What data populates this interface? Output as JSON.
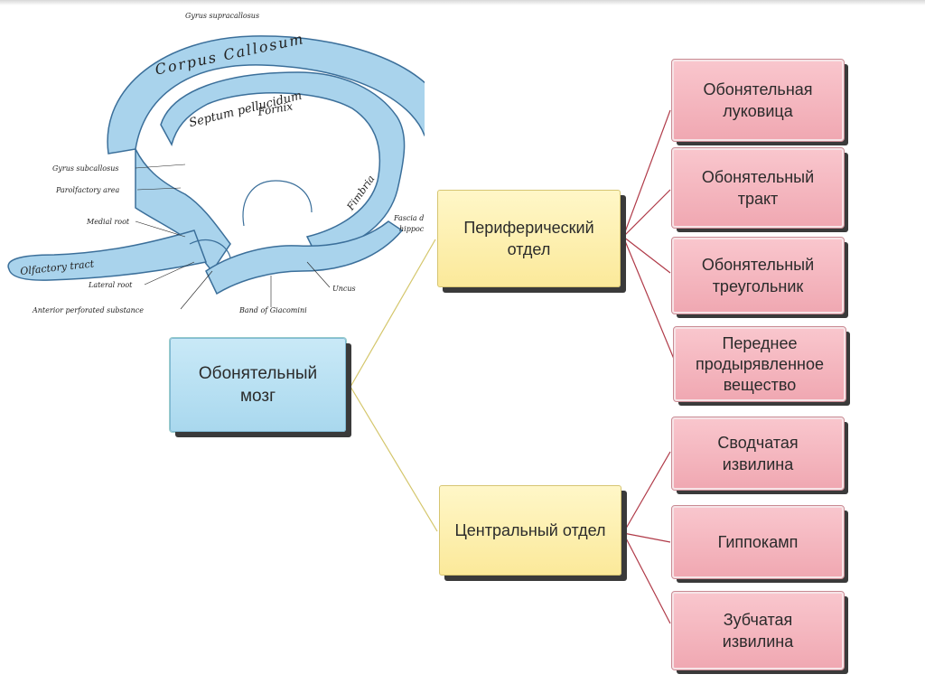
{
  "illustration": {
    "labels": {
      "gyrus_supracallosus": "Gyrus supracallosus",
      "corpus_callosum": "Corpus Callosum",
      "septum_pellucidum": "Septum pellucidum",
      "fornix": "Fornix",
      "fimbria": "Fimbria",
      "fascia_dentata": "Fascia d",
      "hippocampus": "hippoc",
      "gyrus_subcallosus": "Gyrus subcallosus",
      "parolfactory_area": "Parolfactory area",
      "medial_root": "Medial root",
      "olfactory_tract": "Olfactory tract",
      "lateral_root": "Lateral root",
      "anterior_perforated_substance": "Anterior perforated substance",
      "uncus": "Uncus",
      "band_of_giacomini": "Band of Giacomini"
    },
    "colors": {
      "fill": "#a9d3ec",
      "outline": "#3b6f9a"
    }
  },
  "diagram": {
    "root": {
      "label": "Обонятельный\nмозг"
    },
    "branches": [
      {
        "label": "Периферический\nотдел",
        "children": [
          "Обонятельная\nлуковица",
          "Обонятельный\nтракт",
          "Обонятельный\nтреугольник",
          "Переднее\nпродырявленное\nвещество"
        ]
      },
      {
        "label": "Центральный отдел",
        "children": [
          "Сводчатая\nизвилина",
          "Гиппокамп",
          "Зубчатая\nизвилина"
        ]
      }
    ],
    "colors": {
      "root_fill": "#b9e1f3",
      "branch_fill": "#fcefb0",
      "leaf_fill": "#f4b5bf",
      "branch_connector": "#d4c66a",
      "leaf_connector": "#b03a48"
    }
  }
}
